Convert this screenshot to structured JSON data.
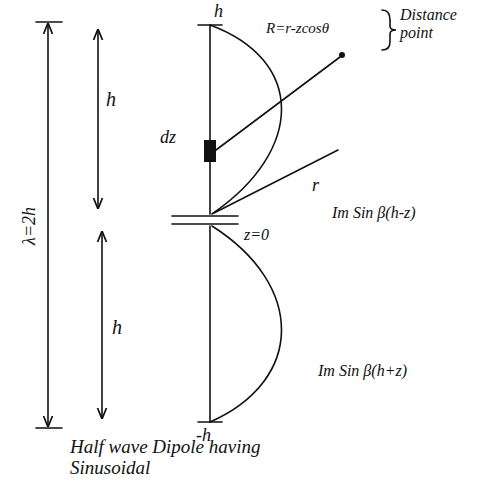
{
  "diagram": {
    "caption": "Half wave Dipole having Sinusoidal",
    "labels": [
      "h",
      "λ=2h",
      "h",
      "dz",
      "R=r-zcosθ",
      "Distance point",
      "r",
      "Im Sin β(h-z)",
      "z=0",
      "h",
      "Im Sin β(h+z)",
      "-h"
    ]
  }
}
